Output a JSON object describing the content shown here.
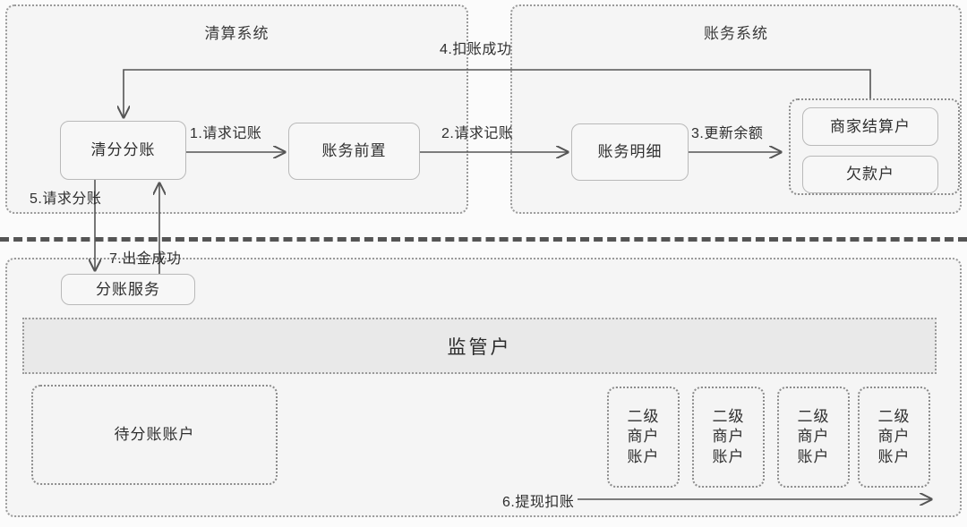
{
  "diagram": {
    "title_clearing": "清算系统",
    "title_accounting": "账务系统"
  },
  "nodes": {
    "clearing_split": "清分分账",
    "accounting_front": "账务前置",
    "accounting_detail": "账务明细",
    "merchant_settlement_account": "商家结算户",
    "debt_account": "欠款户",
    "split_service": "分账服务",
    "supervision_account": "监管户",
    "pending_split_account": "待分账账户",
    "sub_merchant_account": "二级\n商户\n账户"
  },
  "sub_merchant_accounts": [
    {
      "line1": "二级",
      "line2": "商户",
      "line3": "账户"
    },
    {
      "line1": "二级",
      "line2": "商户",
      "line3": "账户"
    },
    {
      "line1": "二级",
      "line2": "商户",
      "line3": "账户"
    },
    {
      "line1": "二级",
      "line2": "商户",
      "line3": "账户"
    }
  ],
  "edges": [
    {
      "id": "1",
      "label": "1.请求记账"
    },
    {
      "id": "2",
      "label": "2.请求记账"
    },
    {
      "id": "3",
      "label": "3.更新余额"
    },
    {
      "id": "4",
      "label": "4.扣账成功"
    },
    {
      "id": "5",
      "label": "5.请求分账"
    },
    {
      "id": "6",
      "label": "6.提现扣账"
    },
    {
      "id": "7",
      "label": "7.出金成功"
    }
  ],
  "colors": {
    "background": "#fbfbfb",
    "panel_fill": "#f5f5f5",
    "panel_border": "#9a9a9a",
    "node_fill": "#f7f7f7",
    "node_border": "#b9b9b9",
    "supervision_fill": "#e9e9e9",
    "wire": "#555555",
    "text": "#2e2e2e"
  }
}
